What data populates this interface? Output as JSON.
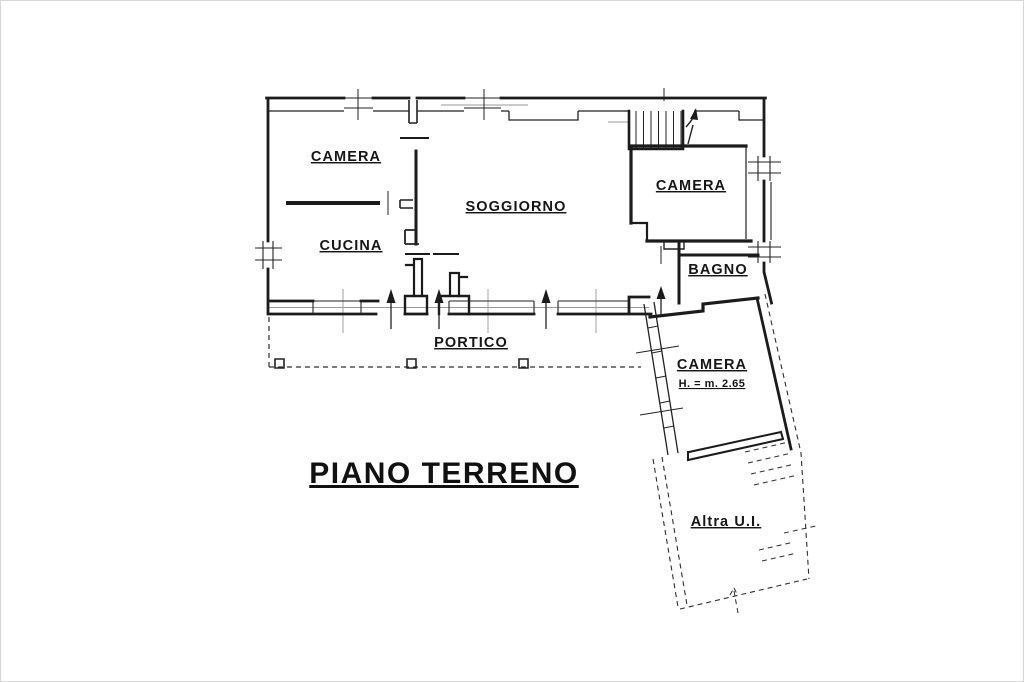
{
  "plan": {
    "title": {
      "label": "PIANO TERRENO"
    }
  },
  "rooms": {
    "camera_nw": {
      "label": "CAMERA"
    },
    "cucina": {
      "label": "CUCINA"
    },
    "soggiorno": {
      "label": "SOGGIORNO"
    },
    "camera_e": {
      "label": "CAMERA"
    },
    "bagno": {
      "label": "BAGNO"
    },
    "camera_s": {
      "label": "CAMERA",
      "height_note": "H. = m. 2.65"
    },
    "portico": {
      "label": "PORTICO"
    },
    "altra_ui": {
      "label": "Altra U.I."
    }
  },
  "colors": {
    "ink": "#1b1b1b",
    "paper": "#ffffff",
    "faint_guide": "#9a9a9a"
  },
  "symbols": {
    "entrance_arrow": "filled triangle arrow pointing into building",
    "stair_arrow": "arrow with break mark on staircase",
    "window": "double parallel lines with cross ticks",
    "other_unit_boundary": "dashed outline"
  }
}
